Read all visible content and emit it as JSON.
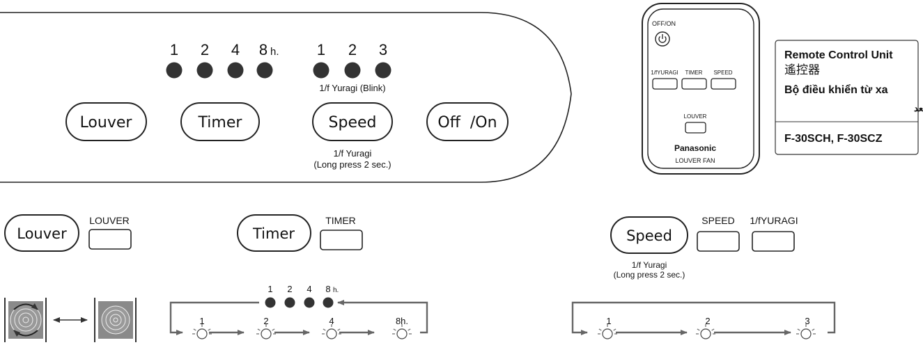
{
  "panel": {
    "timer_hours": [
      "1",
      "2",
      "4",
      "8"
    ],
    "timer_unit": "h.",
    "speed_levels": [
      "1",
      "2",
      "3"
    ],
    "yuragi_blink_label": "1/f Yuragi (Blink)",
    "buttons": {
      "louver": "Louver",
      "timer": "Timer",
      "speed": "Speed",
      "offon": "Off  /On"
    },
    "speed_note_line1": "1/f Yuragi",
    "speed_note_line2": "(Long press 2 sec.)"
  },
  "remote": {
    "offon_label": "OFF/ON",
    "yuragi_label": "1/fYURAGI",
    "timer_label": "TIMER",
    "speed_label": "SPEED",
    "louver_label": "LOUVER",
    "brand": "Panasonic",
    "product": "LOUVER FAN"
  },
  "info_box": {
    "line1": "Remote Control Unit",
    "line2": "遙控器",
    "line3": "Bộ điều khiển từ xa",
    "line4": "وحدة التحكم عن بعد",
    "models": "F-30SCH, F-30SCZ"
  },
  "lower": {
    "louver": {
      "button": "Louver",
      "remote_label": "LOUVER"
    },
    "timer": {
      "button": "Timer",
      "remote_label": "TIMER",
      "hours": [
        "1",
        "2",
        "4",
        "8"
      ],
      "unit": "h.",
      "cycle_labels": [
        "1",
        "2",
        "4",
        "8h."
      ]
    },
    "speed": {
      "button": "Speed",
      "remote_label": "SPEED",
      "remote_label2": "1/fYURAGI",
      "note_line1": "1/f Yuragi",
      "note_line2": "(Long press 2 sec.)",
      "cycle_labels": [
        "1",
        "2",
        "3"
      ]
    }
  }
}
